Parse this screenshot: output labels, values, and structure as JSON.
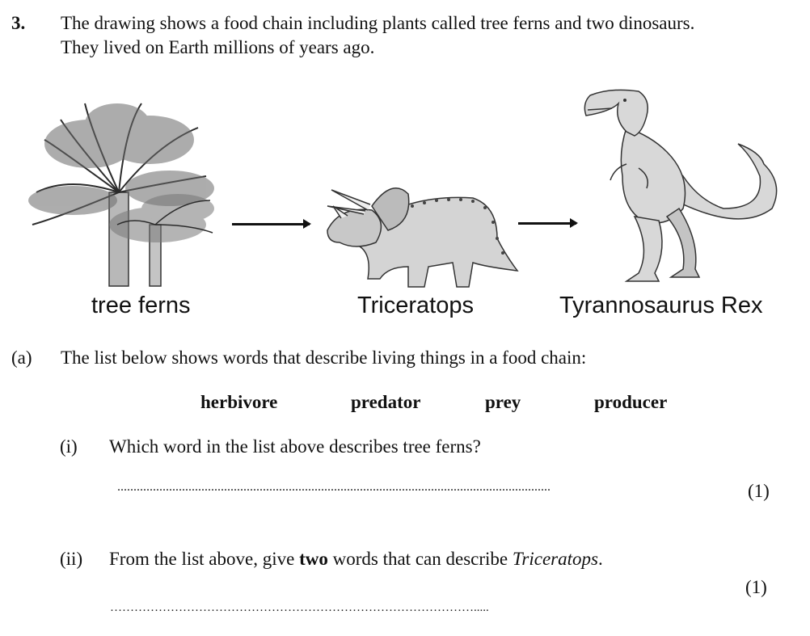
{
  "question": {
    "number": "3.",
    "intro_line1": "The drawing shows a food chain including plants called tree ferns and two dinosaurs.",
    "intro_line2": "They lived on Earth millions of years ago."
  },
  "food_chain": {
    "organisms": [
      {
        "label": "tree ferns",
        "image": "tree-ferns-illustration"
      },
      {
        "label": "Triceratops",
        "image": "triceratops-illustration"
      },
      {
        "label": "Tyrannosaurus Rex",
        "image": "tyrannosaurus-rex-illustration"
      }
    ],
    "arrows": [
      "arrow-right-icon",
      "arrow-right-icon"
    ]
  },
  "part_a": {
    "label": "(a)",
    "text": "The list below shows words that describe living things in a food chain:",
    "word_list": [
      "herbivore",
      "predator",
      "prey",
      "producer"
    ],
    "sub_i": {
      "label": "(i)",
      "text": "Which word in the list above describes tree ferns?",
      "answer_line": "......................................................................................................................................",
      "marks": "(1)"
    },
    "sub_ii": {
      "label": "(ii)",
      "text_before": "From the list above, give ",
      "text_bold": "two",
      "text_middle": " words that can describe ",
      "text_italic": "Triceratops",
      "text_after": ".",
      "answer_line": "……………………………………………………………………………….....",
      "marks": "(1)"
    }
  }
}
